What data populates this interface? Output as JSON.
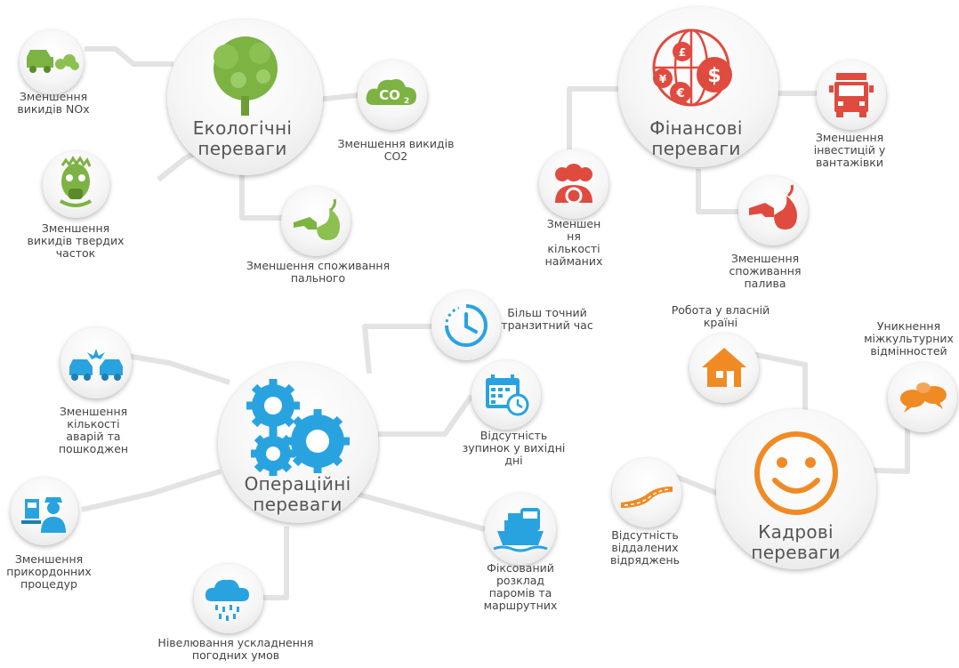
{
  "colors": {
    "eco": "#7cb342",
    "fin": "#e04b3f",
    "ops": "#29a3e0",
    "hr": "#f08a24",
    "line": "#e3e3e3"
  },
  "hubs": {
    "eco": "Екологічні\nпереваги",
    "fin": "Фінансові\nпереваги",
    "ops": "Операційні\nпереваги",
    "hr": "Кадрові\nпереваги"
  },
  "nodes": {
    "eco_nox": "Зменшення\nвикидів NOx",
    "eco_co2": "Зменшення викидів\nCO2",
    "eco_particles": "Зменшення\nвикидів твердих\nчасток",
    "eco_fuel": "Зменшення  споживання\nпального",
    "fin_staff": "Зменшен\nня\nкількості\nнайманих",
    "fin_trucks": "Зменшення\nінвестицій у\nвантажівки",
    "fin_fuel": "Зменшення\nспоживання\nпалива",
    "ops_transit": "Більш точний\nтранзитний час",
    "ops_accidents": "Зменшення\nкількості\nаварій та\nпошкоджен",
    "ops_weekend": "Відсутність\nзупинок у вихідні\nдні",
    "ops_border": "Зменшення\nприкордонних\nпроцедур",
    "ops_schedule": "Фіксований\nрозклад\nпаромів та\nмаршрутних",
    "ops_weather": "Нівелювання  ускладнення\nпогодних умов",
    "hr_home": "Робота у власній\nкраїні",
    "hr_culture": "Уникнення\nміжкультурних\nвідмінностей",
    "hr_trips": "Відсутність\nвіддалених\nвідряджень"
  },
  "icon_text": {
    "co2": "CO",
    "co2_sub": "2",
    "dollar": "$",
    "euro": "€",
    "pound": "£",
    "yen": "¥"
  }
}
